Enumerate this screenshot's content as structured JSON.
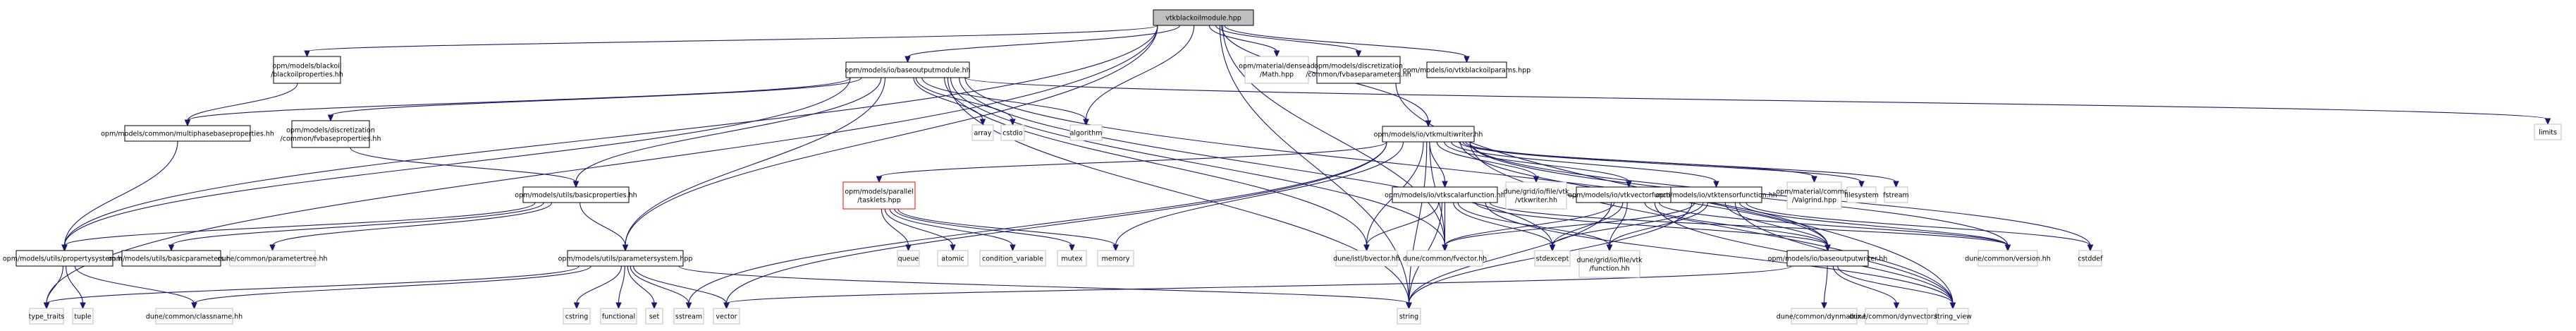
{
  "graph": {
    "title": "vtkblackoilmodule.hpp",
    "colors": {
      "edge": "#191970",
      "root_fill": "#bfbfbf",
      "local_border": "#000000",
      "external_border": "#bfbfbf",
      "highlight_border": "#ff0000"
    },
    "nodes": [
      {
        "id": "root",
        "kind": "root",
        "lines": [
          "vtkblackoilmodule.hpp"
        ]
      },
      {
        "id": "blackoilprops",
        "kind": "local",
        "lines": [
          "opm/models/blackoil",
          "/blackoilproperties.hh"
        ]
      },
      {
        "id": "baseoutputmodule",
        "kind": "local",
        "lines": [
          "opm/models/io/baseoutputmodule.hh"
        ]
      },
      {
        "id": "densead",
        "kind": "external",
        "lines": [
          "opm/material/densead",
          "/Math.hpp"
        ]
      },
      {
        "id": "fvbaseparams",
        "kind": "local",
        "lines": [
          "opm/models/discretization",
          "/common/fvbaseparameters.hh"
        ]
      },
      {
        "id": "vtkblackoilparams",
        "kind": "local",
        "lines": [
          "opm/models/io/vtkblackoilparams.hpp"
        ]
      },
      {
        "id": "limits",
        "kind": "external",
        "lines": [
          "limits"
        ]
      },
      {
        "id": "multiphase",
        "kind": "local",
        "lines": [
          "opm/models/common/multiphasebaseproperties.hh"
        ]
      },
      {
        "id": "fvbaseprops",
        "kind": "local",
        "lines": [
          "opm/models/discretization",
          "/common/fvbaseproperties.hh"
        ]
      },
      {
        "id": "array",
        "kind": "external",
        "lines": [
          "array"
        ]
      },
      {
        "id": "cstdio",
        "kind": "external",
        "lines": [
          "cstdio"
        ]
      },
      {
        "id": "algorithm",
        "kind": "external",
        "lines": [
          "algorithm"
        ]
      },
      {
        "id": "vtkmultiwriter",
        "kind": "local",
        "lines": [
          "opm/models/io/vtkmultiwriter.hh"
        ]
      },
      {
        "id": "basicprops",
        "kind": "local",
        "lines": [
          "opm/models/utils/basicproperties.hh"
        ]
      },
      {
        "id": "tasklets",
        "kind": "highlight",
        "lines": [
          "opm/models/parallel",
          "/tasklets.hpp"
        ]
      },
      {
        "id": "vtkscalar",
        "kind": "local",
        "lines": [
          "opm/models/io/vtkscalarfunction.hh"
        ]
      },
      {
        "id": "vtkwriter",
        "kind": "external",
        "lines": [
          "dune/grid/io/file/vtk",
          "/vtkwriter.hh"
        ]
      },
      {
        "id": "vtkvector",
        "kind": "local",
        "lines": [
          "opm/models/io/vtkvectorfunction.hh"
        ]
      },
      {
        "id": "vtktensor",
        "kind": "local",
        "lines": [
          "opm/models/io/vtktensorfunction.hh"
        ]
      },
      {
        "id": "valgrind",
        "kind": "external",
        "lines": [
          "opm/material/common",
          "/Valgrind.hpp"
        ]
      },
      {
        "id": "filesystem",
        "kind": "external",
        "lines": [
          "filesystem"
        ]
      },
      {
        "id": "fstream",
        "kind": "external",
        "lines": [
          "fstream"
        ]
      },
      {
        "id": "propertysystem",
        "kind": "local",
        "lines": [
          "opm/models/utils/propertysystem.hh"
        ]
      },
      {
        "id": "basicparams",
        "kind": "local",
        "lines": [
          "opm/models/utils/basicparameters.hh"
        ]
      },
      {
        "id": "parametertree",
        "kind": "external",
        "lines": [
          "dune/common/parametertree.hh"
        ]
      },
      {
        "id": "parametersystem",
        "kind": "local",
        "lines": [
          "opm/models/utils/parametersystem.hpp"
        ]
      },
      {
        "id": "queue",
        "kind": "external",
        "lines": [
          "queue"
        ]
      },
      {
        "id": "atomic",
        "kind": "external",
        "lines": [
          "atomic"
        ]
      },
      {
        "id": "condvar",
        "kind": "external",
        "lines": [
          "condition_variable"
        ]
      },
      {
        "id": "mutex",
        "kind": "external",
        "lines": [
          "mutex"
        ]
      },
      {
        "id": "memory",
        "kind": "external",
        "lines": [
          "memory"
        ]
      },
      {
        "id": "bvector",
        "kind": "external",
        "lines": [
          "dune/istl/bvector.hh"
        ]
      },
      {
        "id": "fvector",
        "kind": "external",
        "lines": [
          "dune/common/fvector.hh"
        ]
      },
      {
        "id": "stdexcept",
        "kind": "external",
        "lines": [
          "stdexcept"
        ]
      },
      {
        "id": "vtkfunction",
        "kind": "external",
        "lines": [
          "dune/grid/io/file/vtk",
          "/function.hh"
        ]
      },
      {
        "id": "baseoutputwriter",
        "kind": "local",
        "lines": [
          "opm/models/io/baseoutputwriter.hh"
        ]
      },
      {
        "id": "version",
        "kind": "external",
        "lines": [
          "dune/common/version.hh"
        ]
      },
      {
        "id": "cstddef",
        "kind": "external",
        "lines": [
          "cstddef"
        ]
      },
      {
        "id": "type_traits",
        "kind": "external",
        "lines": [
          "type_traits"
        ]
      },
      {
        "id": "tuple",
        "kind": "external",
        "lines": [
          "tuple"
        ]
      },
      {
        "id": "classname",
        "kind": "external",
        "lines": [
          "dune/common/classname.hh"
        ]
      },
      {
        "id": "cstring",
        "kind": "external",
        "lines": [
          "cstring"
        ]
      },
      {
        "id": "functional",
        "kind": "external",
        "lines": [
          "functional"
        ]
      },
      {
        "id": "set",
        "kind": "external",
        "lines": [
          "set"
        ]
      },
      {
        "id": "sstream",
        "kind": "external",
        "lines": [
          "sstream"
        ]
      },
      {
        "id": "vector",
        "kind": "external",
        "lines": [
          "vector"
        ]
      },
      {
        "id": "string",
        "kind": "external",
        "lines": [
          "string"
        ]
      },
      {
        "id": "dynmatrix",
        "kind": "external",
        "lines": [
          "dune/common/dynmatrix.hh"
        ]
      },
      {
        "id": "dynvector",
        "kind": "external",
        "lines": [
          "dune/common/dynvector.hh"
        ]
      },
      {
        "id": "string_view",
        "kind": "external",
        "lines": [
          "string_view"
        ]
      }
    ],
    "edges": [
      [
        "root",
        "blackoilprops"
      ],
      [
        "root",
        "baseoutputmodule"
      ],
      [
        "root",
        "densead"
      ],
      [
        "root",
        "fvbaseparams"
      ],
      [
        "root",
        "vtkblackoilparams"
      ],
      [
        "root",
        "propertysystem"
      ],
      [
        "root",
        "parametersystem"
      ],
      [
        "root",
        "type_traits"
      ],
      [
        "root",
        "algorithm"
      ],
      [
        "root",
        "vtkmultiwriter"
      ],
      [
        "root",
        "fvector"
      ],
      [
        "root",
        "string"
      ],
      [
        "blackoilprops",
        "multiphase"
      ],
      [
        "baseoutputmodule",
        "multiphase"
      ],
      [
        "baseoutputmodule",
        "fvbaseprops"
      ],
      [
        "baseoutputmodule",
        "basicprops"
      ],
      [
        "baseoutputmodule",
        "propertysystem"
      ],
      [
        "baseoutputmodule",
        "parametersystem"
      ],
      [
        "baseoutputmodule",
        "array"
      ],
      [
        "baseoutputmodule",
        "cstdio"
      ],
      [
        "baseoutputmodule",
        "algorithm"
      ],
      [
        "baseoutputmodule",
        "limits"
      ],
      [
        "baseoutputmodule",
        "baseoutputwriter"
      ],
      [
        "baseoutputmodule",
        "fvector"
      ],
      [
        "baseoutputmodule",
        "bvector"
      ],
      [
        "baseoutputmodule",
        "string"
      ],
      [
        "baseoutputmodule",
        "stdexcept"
      ],
      [
        "fvbaseparams",
        "string_view"
      ],
      [
        "multiphase",
        "propertysystem"
      ],
      [
        "fvbaseprops",
        "basicprops"
      ],
      [
        "basicprops",
        "propertysystem"
      ],
      [
        "basicprops",
        "basicparams"
      ],
      [
        "basicprops",
        "parametertree"
      ],
      [
        "basicprops",
        "parametersystem"
      ],
      [
        "propertysystem",
        "type_traits"
      ],
      [
        "propertysystem",
        "tuple"
      ],
      [
        "propertysystem",
        "classname"
      ],
      [
        "parametersystem",
        "type_traits"
      ],
      [
        "parametersystem",
        "classname"
      ],
      [
        "parametersystem",
        "cstring"
      ],
      [
        "parametersystem",
        "functional"
      ],
      [
        "parametersystem",
        "set"
      ],
      [
        "parametersystem",
        "sstream"
      ],
      [
        "parametersystem",
        "vector"
      ],
      [
        "parametersystem",
        "string"
      ],
      [
        "vtkmultiwriter",
        "tasklets"
      ],
      [
        "vtkmultiwriter",
        "vtkscalar"
      ],
      [
        "vtkmultiwriter",
        "vtkwriter"
      ],
      [
        "vtkmultiwriter",
        "vtkvector"
      ],
      [
        "vtkmultiwriter",
        "vtktensor"
      ],
      [
        "vtkmultiwriter",
        "valgrind"
      ],
      [
        "vtkmultiwriter",
        "filesystem"
      ],
      [
        "vtkmultiwriter",
        "fstream"
      ],
      [
        "vtkmultiwriter",
        "memory"
      ],
      [
        "vtkmultiwriter",
        "bvector"
      ],
      [
        "vtkmultiwriter",
        "fvector"
      ],
      [
        "vtkmultiwriter",
        "sstream"
      ],
      [
        "vtkmultiwriter",
        "vector"
      ],
      [
        "vtkmultiwriter",
        "string"
      ],
      [
        "vtkmultiwriter",
        "baseoutputwriter"
      ],
      [
        "vtkmultiwriter",
        "version"
      ],
      [
        "vtkmultiwriter",
        "cstddef"
      ],
      [
        "vtkmultiwriter",
        "string_view"
      ],
      [
        "tasklets",
        "queue"
      ],
      [
        "tasklets",
        "atomic"
      ],
      [
        "tasklets",
        "condvar"
      ],
      [
        "tasklets",
        "mutex"
      ],
      [
        "tasklets",
        "memory"
      ],
      [
        "vtkscalar",
        "bvector"
      ],
      [
        "vtkscalar",
        "fvector"
      ],
      [
        "vtkscalar",
        "stdexcept"
      ],
      [
        "vtkscalar",
        "vtkfunction"
      ],
      [
        "vtkscalar",
        "baseoutputwriter"
      ],
      [
        "vtkscalar",
        "version"
      ],
      [
        "vtkscalar",
        "string"
      ],
      [
        "vtkscalar",
        "string_view"
      ],
      [
        "vtkvector",
        "fvector"
      ],
      [
        "vtkvector",
        "stdexcept"
      ],
      [
        "vtkvector",
        "vtkfunction"
      ],
      [
        "vtkvector",
        "baseoutputwriter"
      ],
      [
        "vtkvector",
        "version"
      ],
      [
        "vtkvector",
        "string"
      ],
      [
        "vtkvector",
        "string_view"
      ],
      [
        "vtktensor",
        "fvector"
      ],
      [
        "vtktensor",
        "stdexcept"
      ],
      [
        "vtktensor",
        "vtkfunction"
      ],
      [
        "vtktensor",
        "baseoutputwriter"
      ],
      [
        "vtktensor",
        "version"
      ],
      [
        "vtktensor",
        "cstddef"
      ],
      [
        "vtktensor",
        "string"
      ],
      [
        "vtktensor",
        "string_view"
      ],
      [
        "baseoutputwriter",
        "dynmatrix"
      ],
      [
        "baseoutputwriter",
        "dynvector"
      ],
      [
        "baseoutputwriter",
        "string_view"
      ],
      [
        "baseoutputwriter",
        "vector"
      ]
    ]
  }
}
